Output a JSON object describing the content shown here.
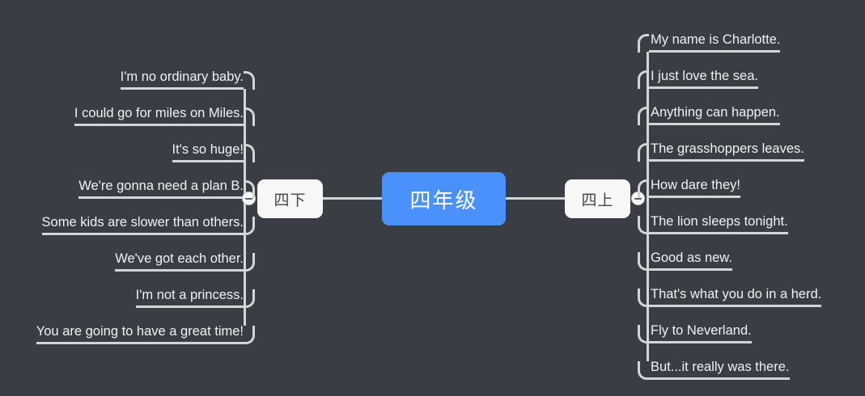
{
  "theme": {
    "background": "#3a3e44",
    "accent": "#4a91fc",
    "line": "#d3d5d7",
    "leaf_text": "#f0f1f2",
    "branch_bg": "#f7f7f7",
    "branch_text": "#43474d"
  },
  "root": {
    "label": "四年级"
  },
  "branches": [
    {
      "id": "left",
      "label": "四下",
      "toggle": "collapse-toggle-minus",
      "leaves": [
        {
          "label": "I'm no ordinary baby."
        },
        {
          "label": "I could go for miles on Miles."
        },
        {
          "label": "It's so huge!"
        },
        {
          "label": "We're gonna need a plan B."
        },
        {
          "label": "Some kids are slower than others."
        },
        {
          "label": "We've got each other."
        },
        {
          "label": "I'm not a princess."
        },
        {
          "label": "You are going to have a great time!"
        }
      ]
    },
    {
      "id": "right",
      "label": "四上",
      "toggle": "collapse-toggle-minus",
      "leaves": [
        {
          "label": "My name is Charlotte."
        },
        {
          "label": "I just love the sea."
        },
        {
          "label": "Anything can happen."
        },
        {
          "label": "The grasshoppers leaves."
        },
        {
          "label": "How dare they!"
        },
        {
          "label": "The lion sleeps tonight."
        },
        {
          "label": "Good as new."
        },
        {
          "label": "That's what you do in a herd."
        },
        {
          "label": "Fly to Neverland."
        },
        {
          "label": "But...it really was there."
        }
      ]
    }
  ]
}
